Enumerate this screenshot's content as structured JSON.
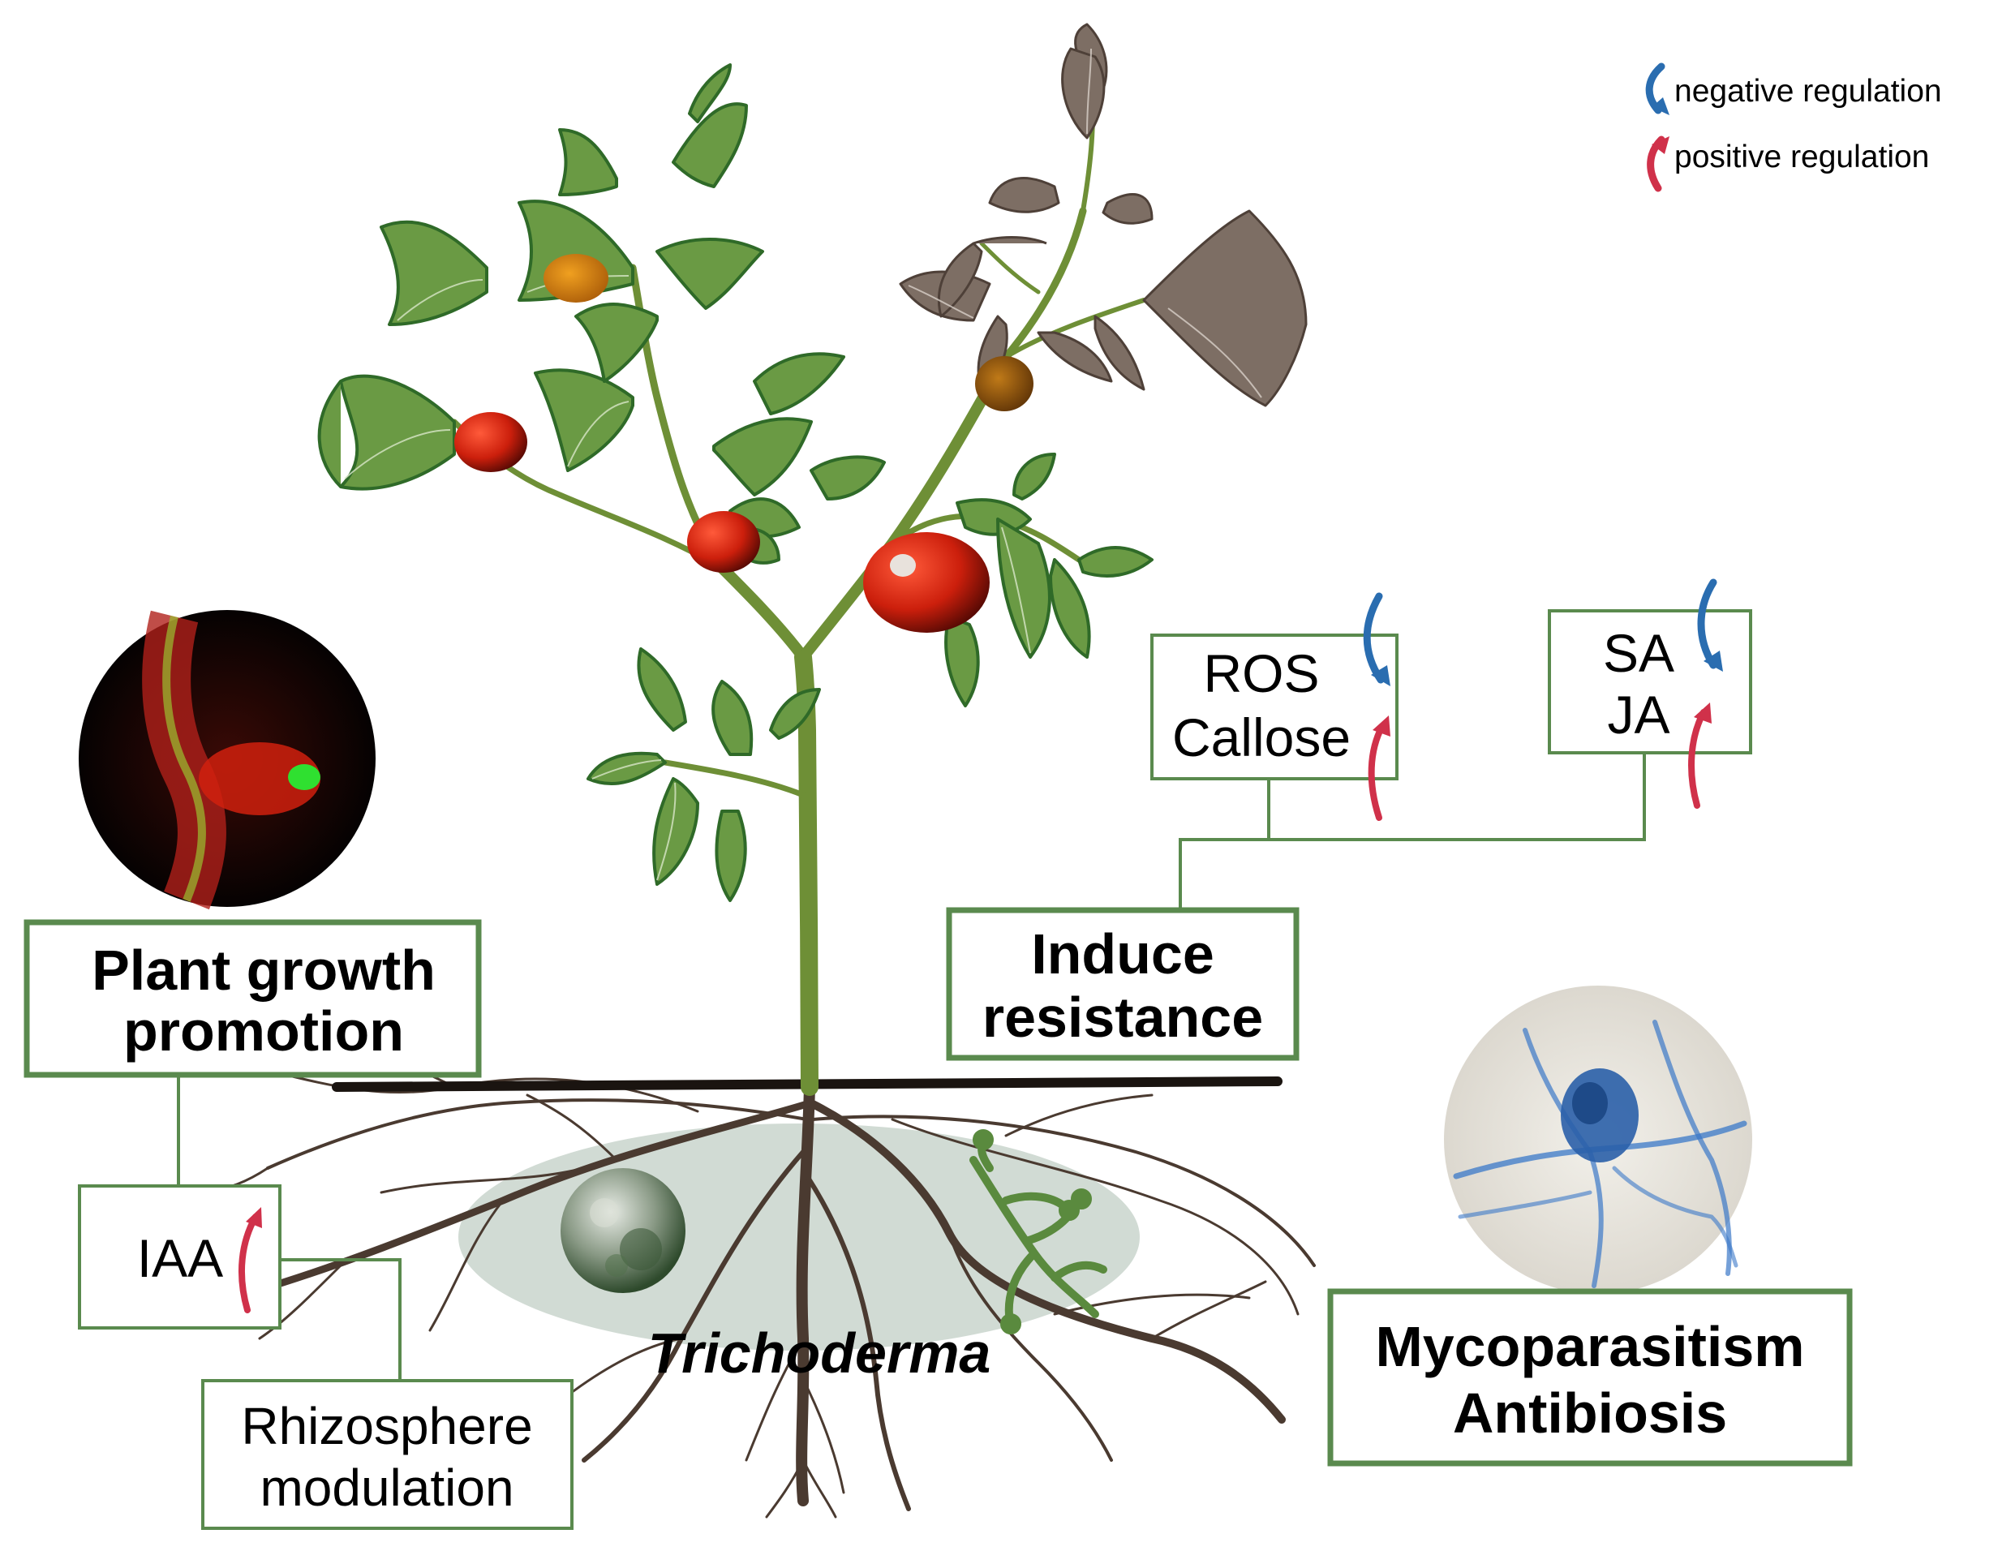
{
  "legend": {
    "negative": "negative regulation",
    "positive": "positive regulation",
    "negative_color": "#2a6db0",
    "positive_color": "#d0314a"
  },
  "boxes": {
    "plant_growth": {
      "line1": "Plant growth",
      "line2": "promotion"
    },
    "induce_resistance": {
      "line1": "Induce",
      "line2": "resistance"
    },
    "ros_callose": {
      "line1": "ROS",
      "line2": "Callose"
    },
    "sa_ja": {
      "line1": "SA",
      "line2": "JA"
    },
    "iaa": {
      "label": "IAA"
    },
    "rhizosphere": {
      "line1": "Rhizosphere",
      "line2": "modulation"
    },
    "mycoparasitism": {
      "line1": "Mycoparasitism",
      "line2": "Antibiosis"
    }
  },
  "organism_label": "Trichoderma",
  "colors": {
    "box_border": "#5a8a4e",
    "connector": "#5a8a4e",
    "leaf_green": "#6a9a44",
    "leaf_outline": "#2f6a28",
    "stem_green": "#7a9a3c",
    "withered": "#7d6e64",
    "fruit_red": "#c8200e",
    "soil_line": "#1a1410",
    "root_brown": "#4a3a30",
    "halo": "#c9d5cc"
  },
  "icons": {
    "micrograph_left": "root-fluorescence-micrograph-icon",
    "micrograph_right": "mycoparasitism-micrograph-icon",
    "spore": "trichoderma-spore-icon",
    "hyphae": "hyphae-icon"
  }
}
